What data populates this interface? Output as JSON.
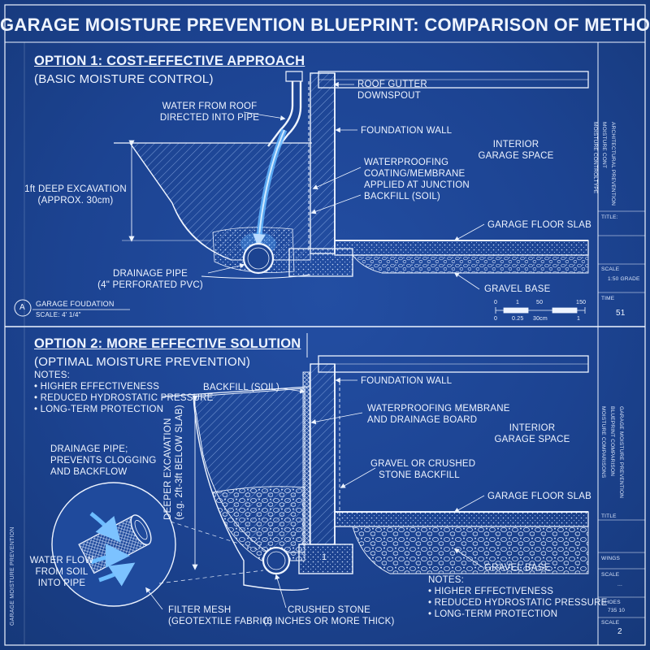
{
  "title": "GARAGE MOISTURE PREVENTION BLUEPRINT: COMPARISON OF METHODS",
  "option1": {
    "heading": "OPTION 1: COST-EFFECTIVE APPROACH",
    "subheading": "(BASIC MOISTURE CONTROL)",
    "labels": {
      "gutter": [
        "ROOF GUTTER",
        "DOWNSPOUT"
      ],
      "water_roof": [
        "WATER FROM ROOF",
        "DIRECTED INTO PIPE"
      ],
      "foundation_wall": "FOUNDATION WALL",
      "waterproofing": [
        "WATERPROOFING",
        "COATING/MEMBRANE",
        "APPLIED AT JUNCTION"
      ],
      "backfill": "BACKFILL (SOIL)",
      "interior": [
        "INTERIOR",
        "GARAGE SPACE"
      ],
      "excavation": [
        "1ft DEEP EXCAVATION",
        "(APPROX. 30cm)"
      ],
      "floor_slab": "GARAGE FLOOR SLAB",
      "drainage_pipe": [
        "DRAINAGE PIPE",
        "(4\" PERFORATED PVC)"
      ],
      "gravel_base": "GRAVEL BASE",
      "callout_letter": "A",
      "callout_title": "GARAGE FOUDATION",
      "callout_scale": "SCALE:  4'  1/4\""
    },
    "scale_bar": {
      "top": [
        "0",
        "1",
        "50",
        "150"
      ],
      "bottom": [
        "0",
        "0.25",
        "30cm",
        "1"
      ]
    }
  },
  "option2": {
    "heading": "OPTION 2: MORE EFFECTIVE SOLUTION",
    "subheading": "(OPTIMAL MOISTURE PREVENTION)",
    "notes_title": "NOTES:",
    "notes": [
      "• HIGHER EFFECTIVENESS",
      "• REDUCED HYDROSTATIC PRESSURE",
      "• LONG-TERM PROTECTION"
    ],
    "labels": {
      "backfill": "BACKFILL (SOIL)",
      "foundation_wall": "FOUNDATION WALL",
      "membrane": [
        "WATERPROOFING MEMBRANE",
        "AND DRAINAGE BOARD"
      ],
      "interior": [
        "INTERIOR",
        "GARAGE SPACE"
      ],
      "drainage_pipe": [
        "DRAINAGE PIPE;",
        "PREVENTS CLOGGING",
        "AND BACKFLOW"
      ],
      "excavation": [
        "DEEPER EXCAVATION",
        "(e.g. 2ft-3ft BELOW SLAB)"
      ],
      "gravel_backfill": [
        "GRAVEL OR CRUSHED",
        "STONE BACKFILL"
      ],
      "floor_slab": "GARAGE FLOOR SLAB",
      "water_flow": [
        "WATER FLOW",
        "FROM SOIL",
        "INTO PIPE"
      ],
      "gravel_base": "GRAVEL BASE",
      "filter_mesh": [
        "FILTER MESH",
        "(GEOTEXTILE FABRIC)"
      ],
      "crushed_stone": [
        "CRUSHED STONE",
        "(6 INCHES OR MORE THICK)"
      ],
      "footing_tag": "1"
    },
    "notes2_title": "NOTES:",
    "notes2": [
      "• HIGHER EFFECTIVENESS",
      "• REDUCED HYDROSTATIC PRESSURE",
      "• LONG-TERM PROTECTION"
    ]
  },
  "title_block": {
    "top_vertical": [
      "ARCHITECTURAL PREVENTION",
      "MOISTURE CONT",
      "MOISTURE CONTROLTYPE"
    ],
    "top_rows": [
      {
        "label": "TITLE:",
        "value": ""
      },
      {
        "label": "SCALE",
        "value": "1:50 GRADE"
      },
      {
        "label": "TIME",
        "value": "51"
      }
    ],
    "bottom_vertical": [
      "GARAGE MOISTURE PREVENTION",
      "BLUEPRINT COMPARISON",
      "MOISTURE COMPARISONS"
    ],
    "bottom_rows": [
      {
        "label": "TITLE",
        "value": ""
      },
      {
        "label": "WINGS",
        "value": ""
      },
      {
        "label": "SCALE",
        "value": "..."
      },
      {
        "label": "SHOES",
        "value": "735 10"
      },
      {
        "label": "SCALE",
        "value": "2"
      }
    ]
  },
  "side_margin_text": "GARAGE MOISTURE PREVENTION",
  "colors": {
    "background": "#1c4391",
    "line": "#eef4ff",
    "water": "#5fb4ff",
    "fill": "#2c5cb0"
  }
}
